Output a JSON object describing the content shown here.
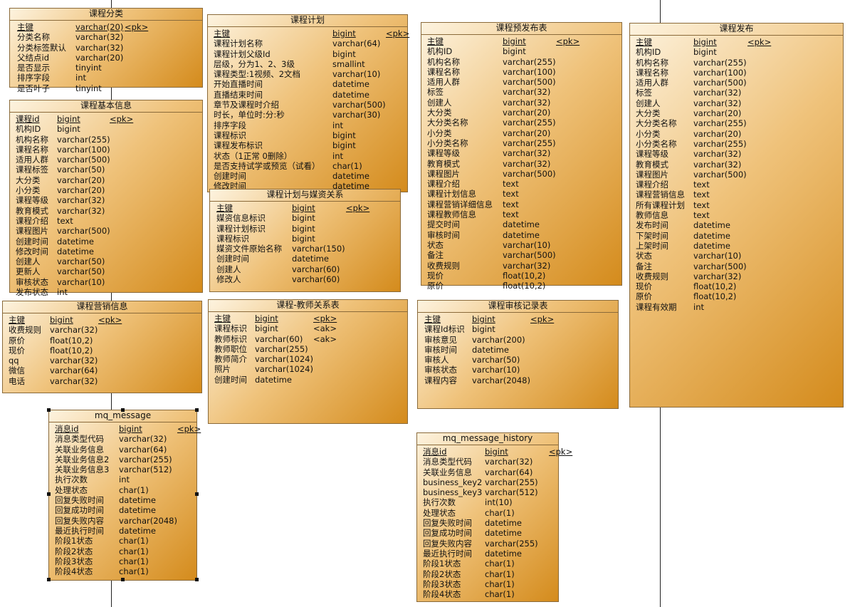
{
  "entities": [
    {
      "id": "e1",
      "title": "课程分类",
      "cols": [
        [
          "主键",
          "varchar(20)",
          "<pk>",
          true
        ],
        [
          "分类名称",
          "varchar(32)",
          "",
          false
        ],
        [
          "分类标签默认",
          "varchar(32)",
          "",
          false
        ],
        [
          "父结点id",
          "varchar(20)",
          "",
          false
        ],
        [
          "是否显示",
          "tinyint",
          "",
          false
        ],
        [
          "排序字段",
          "int",
          "",
          false
        ],
        [
          "是否叶子",
          "tinyint",
          "",
          false
        ]
      ]
    },
    {
      "id": "e2",
      "title": "课程基本信息",
      "cols": [
        [
          "课程id",
          "bigint",
          "<pk>",
          true
        ],
        [
          "机构ID",
          "bigint",
          "",
          false
        ],
        [
          "机构名称",
          "varchar(255)",
          "",
          false
        ],
        [
          "课程名称",
          "varchar(100)",
          "",
          false
        ],
        [
          "适用人群",
          "varchar(500)",
          "",
          false
        ],
        [
          "课程标签",
          "varchar(50)",
          "",
          false
        ],
        [
          "大分类",
          "varchar(20)",
          "",
          false
        ],
        [
          "小分类",
          "varchar(20)",
          "",
          false
        ],
        [
          "课程等级",
          "varchar(32)",
          "",
          false
        ],
        [
          "教育模式",
          "varchar(32)",
          "",
          false
        ],
        [
          "课程介绍",
          "text",
          "",
          false
        ],
        [
          "课程图片",
          "varchar(500)",
          "",
          false
        ],
        [
          "创建时间",
          "datetime",
          "",
          false
        ],
        [
          "修改时间",
          "datetime",
          "",
          false
        ],
        [
          "创建人",
          "varchar(50)",
          "",
          false
        ],
        [
          "更新人",
          "varchar(50)",
          "",
          false
        ],
        [
          "审核状态",
          "varchar(10)",
          "",
          false
        ],
        [
          "发布状态",
          "int",
          "",
          false
        ]
      ]
    },
    {
      "id": "e3",
      "title": "课程营销信息",
      "cols": [
        [
          "主键",
          "bigint",
          "<pk>",
          true
        ],
        [
          "收费规则",
          "varchar(32)",
          "",
          false
        ],
        [
          "原价",
          "float(10,2)",
          "",
          false
        ],
        [
          "现价",
          "float(10,2)",
          "",
          false
        ],
        [
          "qq",
          "varchar(32)",
          "",
          false
        ],
        [
          "微信",
          "varchar(64)",
          "",
          false
        ],
        [
          "电话",
          "varchar(32)",
          "",
          false
        ]
      ]
    },
    {
      "id": "e4",
      "title": "mq_message",
      "cols": [
        [
          "消息id",
          "bigint",
          "<pk>",
          true
        ],
        [
          "消息类型代码",
          "varchar(32)",
          "",
          false
        ],
        [
          "关联业务信息",
          "varchar(64)",
          "",
          false
        ],
        [
          "关联业务信息2",
          "varchar(255)",
          "",
          false
        ],
        [
          "关联业务信息3",
          "varchar(512)",
          "",
          false
        ],
        [
          "执行次数",
          "int",
          "",
          false
        ],
        [
          "处理状态",
          "char(1)",
          "",
          false
        ],
        [
          "回复失败时间",
          "datetime",
          "",
          false
        ],
        [
          "回复成功时间",
          "datetime",
          "",
          false
        ],
        [
          "回复失败内容",
          "varchar(2048)",
          "",
          false
        ],
        [
          "最近执行时间",
          "datetime",
          "",
          false
        ],
        [
          "阶段1状态",
          "char(1)",
          "",
          false
        ],
        [
          "阶段2状态",
          "char(1)",
          "",
          false
        ],
        [
          "阶段3状态",
          "char(1)",
          "",
          false
        ],
        [
          "阶段4状态",
          "char(1)",
          "",
          false
        ]
      ]
    },
    {
      "id": "e5",
      "title": "课程计划",
      "cols": [
        [
          "主键",
          "bigint",
          "<pk>",
          true
        ],
        [
          "课程计划名称",
          "varchar(64)",
          "",
          false
        ],
        [
          "课程计划父级Id",
          "bigint",
          "",
          false
        ],
        [
          "层级，分为1、2、3级",
          "smallint",
          "",
          false
        ],
        [
          "课程类型:1视频、2文档",
          "varchar(10)",
          "",
          false
        ],
        [
          "开始直播时间",
          "datetime",
          "",
          false
        ],
        [
          "直播结束时间",
          "datetime",
          "",
          false
        ],
        [
          "章节及课程时介绍",
          "varchar(500)",
          "",
          false
        ],
        [
          "时长，单位时:分:秒",
          "varchar(30)",
          "",
          false
        ],
        [
          "排序字段",
          "int",
          "",
          false
        ],
        [
          "课程标识",
          "bigint",
          "",
          false
        ],
        [
          "课程发布标识",
          "bigint",
          "",
          false
        ],
        [
          "状态（1正常 0删除）",
          "int",
          "",
          false
        ],
        [
          "是否支持试学或预览（试看）",
          "char(1)",
          "",
          false
        ],
        [
          "创建时间",
          "datetime",
          "",
          false
        ],
        [
          "修改时间",
          "datetime",
          "",
          false
        ]
      ]
    },
    {
      "id": "e6",
      "title": "课程计划与媒资关系",
      "cols": [
        [
          "主键",
          "bigint",
          "<pk>",
          true
        ],
        [
          "媒资信息标识",
          "bigint",
          "",
          false
        ],
        [
          "课程计划标识",
          "bigint",
          "",
          false
        ],
        [
          "课程标识",
          "bigint",
          "",
          false
        ],
        [
          "媒资文件原始名称",
          "varchar(150)",
          "",
          false
        ],
        [
          "创建时间",
          "datetime",
          "",
          false
        ],
        [
          "创建人",
          "varchar(60)",
          "",
          false
        ],
        [
          "修改人",
          "varchar(60)",
          "",
          false
        ]
      ]
    },
    {
      "id": "e7",
      "title": "课程-教师关系表",
      "cols": [
        [
          "主键",
          "bigint",
          "<pk>",
          true
        ],
        [
          "课程标识",
          "bigint",
          "<ak>",
          false
        ],
        [
          "教师标识",
          "varchar(60)",
          "<ak>",
          false
        ],
        [
          "教师职位",
          "varchar(255)",
          "",
          false
        ],
        [
          "教师简介",
          "varchar(1024)",
          "",
          false
        ],
        [
          "照片",
          "varchar(1024)",
          "",
          false
        ],
        [
          "创建时间",
          "datetime",
          "",
          false
        ]
      ]
    },
    {
      "id": "e8",
      "title": "课程预发布表",
      "cols": [
        [
          "主键",
          "bigint",
          "<pk>",
          true
        ],
        [
          "机构ID",
          "bigint",
          "",
          false
        ],
        [
          "机构名称",
          "varchar(255)",
          "",
          false
        ],
        [
          "课程名称",
          "varchar(100)",
          "",
          false
        ],
        [
          "适用人群",
          "varchar(500)",
          "",
          false
        ],
        [
          "标签",
          "varchar(32)",
          "",
          false
        ],
        [
          "创建人",
          "varchar(32)",
          "",
          false
        ],
        [
          "大分类",
          "varchar(20)",
          "",
          false
        ],
        [
          "大分类名称",
          "varchar(255)",
          "",
          false
        ],
        [
          "小分类",
          "varchar(20)",
          "",
          false
        ],
        [
          "小分类名称",
          "varchar(255)",
          "",
          false
        ],
        [
          "课程等级",
          "varchar(32)",
          "",
          false
        ],
        [
          "教育模式",
          "varchar(32)",
          "",
          false
        ],
        [
          "课程图片",
          "varchar(500)",
          "",
          false
        ],
        [
          "课程介绍",
          "text",
          "",
          false
        ],
        [
          "课程计划信息",
          "text",
          "",
          false
        ],
        [
          "课程营销详细信息",
          "text",
          "",
          false
        ],
        [
          "课程教师信息",
          "text",
          "",
          false
        ],
        [
          "提交时间",
          "datetime",
          "",
          false
        ],
        [
          "审核时间",
          "datetime",
          "",
          false
        ],
        [
          "状态",
          "varchar(10)",
          "",
          false
        ],
        [
          "备注",
          "varchar(500)",
          "",
          false
        ],
        [
          "收费规则",
          "varchar(32)",
          "",
          false
        ],
        [
          "现价",
          "float(10,2)",
          "",
          false
        ],
        [
          "原价",
          "float(10,2)",
          "",
          false
        ]
      ]
    },
    {
      "id": "e9",
      "title": "课程审核记录表",
      "cols": [
        [
          "主键",
          "bigint",
          "<pk>",
          true
        ],
        [
          "课程Id标识",
          "bigint",
          "",
          false
        ],
        [
          "审核意见",
          "varchar(200)",
          "",
          false
        ],
        [
          "审核时间",
          "datetime",
          "",
          false
        ],
        [
          "审核人",
          "varchar(50)",
          "",
          false
        ],
        [
          "审核状态",
          "varchar(10)",
          "",
          false
        ],
        [
          "课程内容",
          "varchar(2048)",
          "",
          false
        ]
      ]
    },
    {
      "id": "e10",
      "title": "mq_message_history",
      "cols": [
        [
          "消息id",
          "bigint",
          "<pk>",
          true
        ],
        [
          "消息类型代码",
          "varchar(32)",
          "",
          false
        ],
        [
          "关联业务信息",
          "varchar(64)",
          "",
          false
        ],
        [
          "business_key2",
          "varchar(255)",
          "",
          false
        ],
        [
          "business_key3",
          "varchar(512)",
          "",
          false
        ],
        [
          "执行次数",
          "int(10)",
          "",
          false
        ],
        [
          "处理状态",
          "char(1)",
          "",
          false
        ],
        [
          "回复失败时间",
          "datetime",
          "",
          false
        ],
        [
          "回复成功时间",
          "datetime",
          "",
          false
        ],
        [
          "回复失败内容",
          "varchar(255)",
          "",
          false
        ],
        [
          "最近执行时间",
          "datetime",
          "",
          false
        ],
        [
          "阶段1状态",
          "char(1)",
          "",
          false
        ],
        [
          "阶段2状态",
          "char(1)",
          "",
          false
        ],
        [
          "阶段3状态",
          "char(1)",
          "",
          false
        ],
        [
          "阶段4状态",
          "char(1)",
          "",
          false
        ]
      ]
    },
    {
      "id": "e11",
      "title": "课程发布",
      "cols": [
        [
          "主键",
          "bigint",
          "<pk>",
          true
        ],
        [
          "机构ID",
          "bigint",
          "",
          false
        ],
        [
          "机构名称",
          "varchar(255)",
          "",
          false
        ],
        [
          "课程名称",
          "varchar(100)",
          "",
          false
        ],
        [
          "适用人群",
          "varchar(500)",
          "",
          false
        ],
        [
          "标签",
          "varchar(32)",
          "",
          false
        ],
        [
          "创建人",
          "varchar(32)",
          "",
          false
        ],
        [
          "大分类",
          "varchar(20)",
          "",
          false
        ],
        [
          "大分类名称",
          "varchar(255)",
          "",
          false
        ],
        [
          "小分类",
          "varchar(20)",
          "",
          false
        ],
        [
          "小分类名称",
          "varchar(255)",
          "",
          false
        ],
        [
          "课程等级",
          "varchar(32)",
          "",
          false
        ],
        [
          "教育模式",
          "varchar(32)",
          "",
          false
        ],
        [
          "课程图片",
          "varchar(500)",
          "",
          false
        ],
        [
          "课程介绍",
          "text",
          "",
          false
        ],
        [
          "课程营销信息",
          "text",
          "",
          false
        ],
        [
          "所有课程计划",
          "text",
          "",
          false
        ],
        [
          "教师信息",
          "text",
          "",
          false
        ],
        [
          "发布时间",
          "datetime",
          "",
          false
        ],
        [
          "下架时间",
          "datetime",
          "",
          false
        ],
        [
          "上架时间",
          "datetime",
          "",
          false
        ],
        [
          "状态",
          "varchar(10)",
          "",
          false
        ],
        [
          "备注",
          "varchar(500)",
          "",
          false
        ],
        [
          "收费规则",
          "varchar(32)",
          "",
          false
        ],
        [
          "现价",
          "float(10,2)",
          "",
          false
        ],
        [
          "原价",
          "float(10,2)",
          "",
          false
        ],
        [
          "课程有效期",
          "int",
          "",
          false
        ]
      ]
    }
  ]
}
